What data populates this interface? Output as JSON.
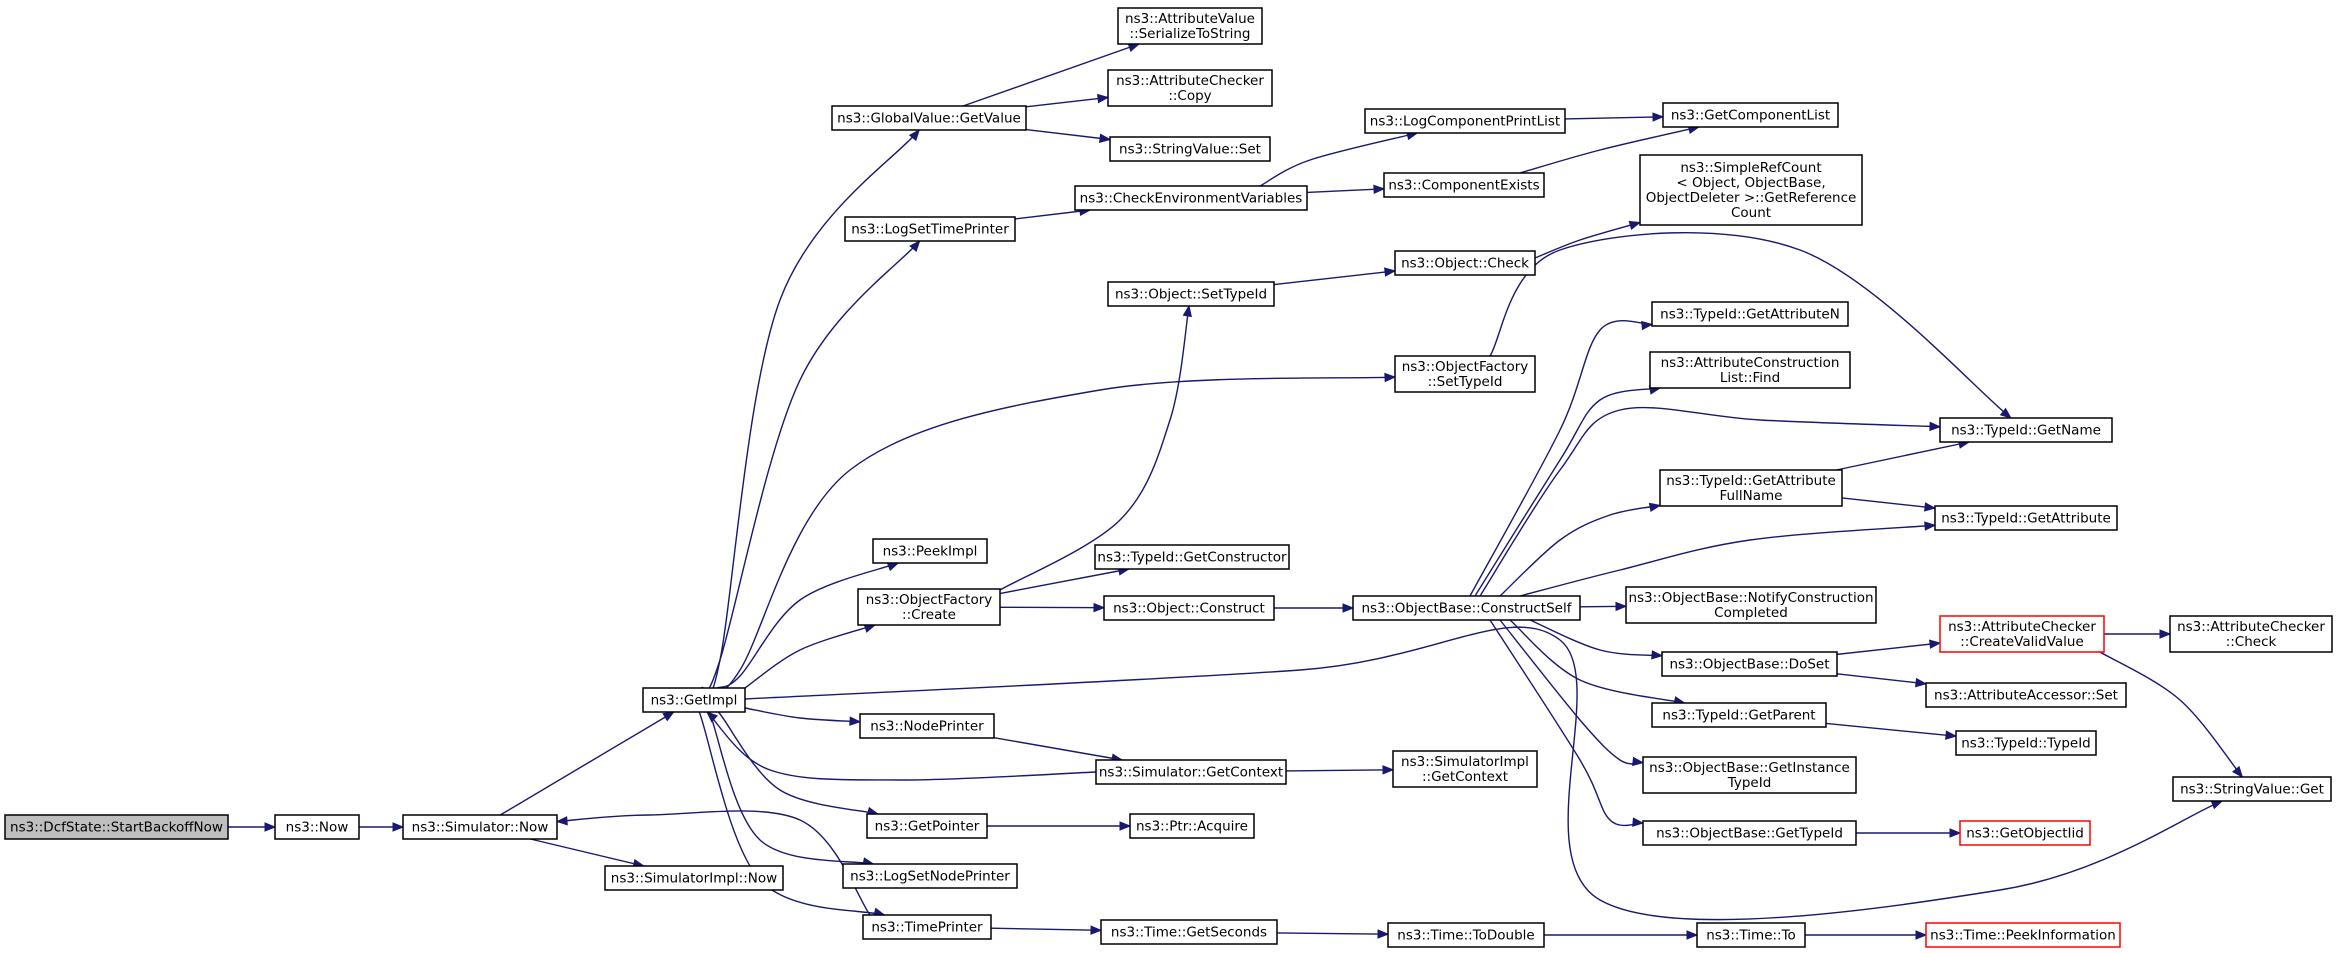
{
  "graph": {
    "nodes": {
      "dcfstate_startbackoffnow": {
        "lines": [
          "ns3::DcfState::StartBackoffNow"
        ],
        "style": "root"
      },
      "now": {
        "lines": [
          "ns3::Now"
        ]
      },
      "simulator_now": {
        "lines": [
          "ns3::Simulator::Now"
        ]
      },
      "simulatorimpl_now": {
        "lines": [
          "ns3::SimulatorImpl::Now"
        ]
      },
      "getimpl": {
        "lines": [
          "ns3::GetImpl"
        ]
      },
      "globalvalue_getvalue": {
        "lines": [
          "ns3::GlobalValue::GetValue"
        ]
      },
      "attributevalue_serializetostring": {
        "lines": [
          "ns3::AttributeValue",
          "::SerializeToString"
        ]
      },
      "attributechecker_copy": {
        "lines": [
          "ns3::AttributeChecker",
          "::Copy"
        ]
      },
      "stringvalue_set": {
        "lines": [
          "ns3::StringValue::Set"
        ]
      },
      "logsettimeprinter": {
        "lines": [
          "ns3::LogSetTimePrinter"
        ]
      },
      "checkenvironmentvariables": {
        "lines": [
          "ns3::CheckEnvironmentVariables"
        ]
      },
      "logcomponentprintlist": {
        "lines": [
          "ns3::LogComponentPrintList"
        ]
      },
      "componentexists": {
        "lines": [
          "ns3::ComponentExists"
        ]
      },
      "getcomponentlist": {
        "lines": [
          "ns3::GetComponentList"
        ]
      },
      "simplerefcount_getreferencecount": {
        "lines": [
          "ns3::SimpleRefCount",
          "< Object, ObjectBase,",
          "ObjectDeleter >::GetReference",
          "Count"
        ]
      },
      "object_settypeid": {
        "lines": [
          "ns3::Object::SetTypeId"
        ]
      },
      "object_check": {
        "lines": [
          "ns3::Object::Check"
        ]
      },
      "objectfactory_settypeid": {
        "lines": [
          "ns3::ObjectFactory",
          "::SetTypeId"
        ]
      },
      "typeid_getattributen": {
        "lines": [
          "ns3::TypeId::GetAttributeN"
        ]
      },
      "attributeconstructionlist_find": {
        "lines": [
          "ns3::AttributeConstruction",
          "List::Find"
        ]
      },
      "typeid_getname": {
        "lines": [
          "ns3::TypeId::GetName"
        ]
      },
      "typeid_getattributefullname": {
        "lines": [
          "ns3::TypeId::GetAttribute",
          "FullName"
        ]
      },
      "typeid_getattribute": {
        "lines": [
          "ns3::TypeId::GetAttribute"
        ]
      },
      "peekimpl": {
        "lines": [
          "ns3::PeekImpl"
        ]
      },
      "typeid_getconstructor": {
        "lines": [
          "ns3::TypeId::GetConstructor"
        ]
      },
      "objectfactory_create": {
        "lines": [
          "ns3::ObjectFactory",
          "::Create"
        ]
      },
      "object_construct": {
        "lines": [
          "ns3::Object::Construct"
        ]
      },
      "objectbase_constructself": {
        "lines": [
          "ns3::ObjectBase::ConstructSelf"
        ]
      },
      "objectbase_notifyconstructioncompleted": {
        "lines": [
          "ns3::ObjectBase::NotifyConstruction",
          "Completed"
        ]
      },
      "attributechecker_createvalidvalue": {
        "lines": [
          "ns3::AttributeChecker",
          "::CreateValidValue"
        ],
        "style": "red"
      },
      "attributechecker_check": {
        "lines": [
          "ns3::AttributeChecker",
          "::Check"
        ]
      },
      "objectbase_doset": {
        "lines": [
          "ns3::ObjectBase::DoSet"
        ]
      },
      "attributeaccessor_set": {
        "lines": [
          "ns3::AttributeAccessor::Set"
        ]
      },
      "typeid_getparent": {
        "lines": [
          "ns3::TypeId::GetParent"
        ]
      },
      "typeid_typeid": {
        "lines": [
          "ns3::TypeId::TypeId"
        ]
      },
      "nodeprinter": {
        "lines": [
          "ns3::NodePrinter"
        ]
      },
      "simulator_getcontext": {
        "lines": [
          "ns3::Simulator::GetContext"
        ]
      },
      "simulatorimpl_getcontext": {
        "lines": [
          "ns3::SimulatorImpl",
          "::GetContext"
        ]
      },
      "objectbase_getinstancetypeid": {
        "lines": [
          "ns3::ObjectBase::GetInstance",
          "TypeId"
        ]
      },
      "stringvalue_get": {
        "lines": [
          "ns3::StringValue::Get"
        ]
      },
      "getpointer": {
        "lines": [
          "ns3::GetPointer"
        ]
      },
      "ptr_acquire": {
        "lines": [
          "ns3::Ptr::Acquire"
        ]
      },
      "objectbase_gettypeid": {
        "lines": [
          "ns3::ObjectBase::GetTypeId"
        ]
      },
      "getobjectiid": {
        "lines": [
          "ns3::GetObjectIid"
        ],
        "style": "red"
      },
      "logsetnodeprinter": {
        "lines": [
          "ns3::LogSetNodePrinter"
        ]
      },
      "timeprinter": {
        "lines": [
          "ns3::TimePrinter"
        ]
      },
      "time_getseconds": {
        "lines": [
          "ns3::Time::GetSeconds"
        ]
      },
      "time_todouble": {
        "lines": [
          "ns3::Time::ToDouble"
        ]
      },
      "time_to": {
        "lines": [
          "ns3::Time::To"
        ]
      },
      "time_peekinformation": {
        "lines": [
          "ns3::Time::PeekInformation"
        ],
        "style": "red"
      }
    },
    "edges": [
      [
        "dcfstate_startbackoffnow",
        "now"
      ],
      [
        "now",
        "simulator_now"
      ],
      [
        "simulator_now",
        "getimpl"
      ],
      [
        "simulator_now",
        "simulatorimpl_now"
      ],
      [
        "getimpl",
        "globalvalue_getvalue"
      ],
      [
        "getimpl",
        "logsettimeprinter"
      ],
      [
        "getimpl",
        "objectfactory_settypeid"
      ],
      [
        "getimpl",
        "peekimpl"
      ],
      [
        "getimpl",
        "objectfactory_create"
      ],
      [
        "getimpl",
        "nodeprinter"
      ],
      [
        "getimpl",
        "getpointer"
      ],
      [
        "getimpl",
        "logsetnodeprinter"
      ],
      [
        "getimpl",
        "timeprinter"
      ],
      [
        "getimpl",
        "stringvalue_get"
      ],
      [
        "globalvalue_getvalue",
        "attributevalue_serializetostring"
      ],
      [
        "globalvalue_getvalue",
        "attributechecker_copy"
      ],
      [
        "globalvalue_getvalue",
        "stringvalue_set"
      ],
      [
        "logsettimeprinter",
        "checkenvironmentvariables"
      ],
      [
        "checkenvironmentvariables",
        "logcomponentprintlist"
      ],
      [
        "checkenvironmentvariables",
        "componentexists"
      ],
      [
        "logcomponentprintlist",
        "getcomponentlist"
      ],
      [
        "componentexists",
        "getcomponentlist"
      ],
      [
        "objectfactory_settypeid",
        "typeid_getname"
      ],
      [
        "objectfactory_create",
        "object_settypeid"
      ],
      [
        "objectfactory_create",
        "typeid_getconstructor"
      ],
      [
        "objectfactory_create",
        "object_construct"
      ],
      [
        "object_settypeid",
        "object_check"
      ],
      [
        "object_check",
        "simplerefcount_getreferencecount"
      ],
      [
        "object_construct",
        "objectbase_constructself"
      ],
      [
        "objectbase_constructself",
        "typeid_getattributen"
      ],
      [
        "objectbase_constructself",
        "attributeconstructionlist_find"
      ],
      [
        "objectbase_constructself",
        "typeid_getname"
      ],
      [
        "objectbase_constructself",
        "typeid_getattributefullname"
      ],
      [
        "objectbase_constructself",
        "typeid_getattribute"
      ],
      [
        "objectbase_constructself",
        "objectbase_notifyconstructioncompleted"
      ],
      [
        "objectbase_constructself",
        "objectbase_doset"
      ],
      [
        "objectbase_constructself",
        "typeid_getparent"
      ],
      [
        "objectbase_constructself",
        "objectbase_getinstancetypeid"
      ],
      [
        "objectbase_constructself",
        "objectbase_gettypeid"
      ],
      [
        "typeid_getattributefullname",
        "typeid_getname"
      ],
      [
        "typeid_getattributefullname",
        "typeid_getattribute"
      ],
      [
        "objectbase_doset",
        "attributechecker_createvalidvalue"
      ],
      [
        "objectbase_doset",
        "attributeaccessor_set"
      ],
      [
        "attributechecker_createvalidvalue",
        "attributechecker_check"
      ],
      [
        "attributechecker_createvalidvalue",
        "stringvalue_get"
      ],
      [
        "typeid_getparent",
        "typeid_typeid"
      ],
      [
        "objectbase_gettypeid",
        "getobjectiid"
      ],
      [
        "nodeprinter",
        "simulator_getcontext"
      ],
      [
        "simulator_getcontext",
        "getimpl"
      ],
      [
        "simulator_getcontext",
        "simulatorimpl_getcontext"
      ],
      [
        "getpointer",
        "ptr_acquire"
      ],
      [
        "timeprinter",
        "simulator_now"
      ],
      [
        "timeprinter",
        "time_getseconds"
      ],
      [
        "time_getseconds",
        "time_todouble"
      ],
      [
        "time_todouble",
        "time_to"
      ],
      [
        "time_to",
        "time_peekinformation"
      ]
    ]
  }
}
